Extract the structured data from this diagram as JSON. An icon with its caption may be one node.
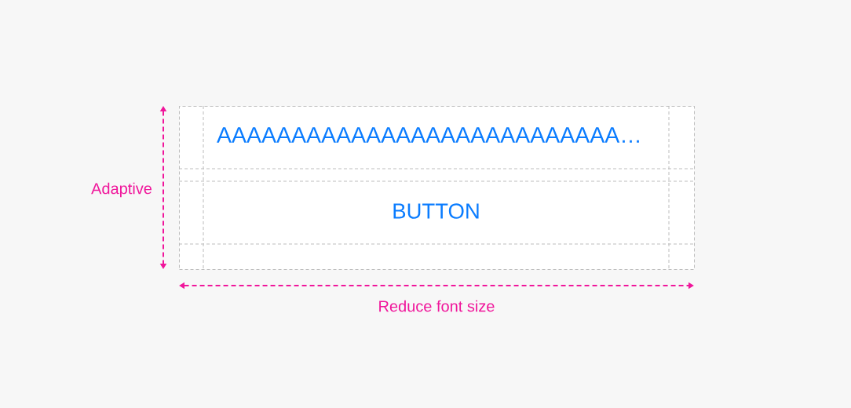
{
  "diagram": {
    "nodes": [
      {
        "text": [],
        "shape": "box"
      },
      {
        "text": [
          "AAAAAAAAAAAAAAAAAAAAAAAAAAA…"
        ],
        "in": 0
      },
      {
        "text": [
          "BUTTON"
        ],
        "in": 0
      }
    ],
    "labels": [
      "Adaptive",
      "Reduce font size"
    ]
  }
}
